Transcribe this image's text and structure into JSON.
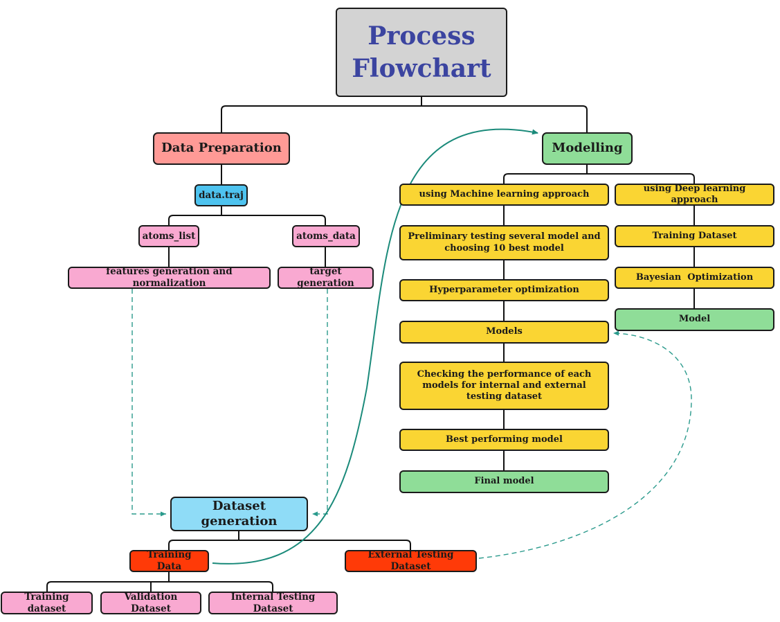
{
  "title": "Process Flowchart",
  "colors": {
    "title_fill": "#d3d3d3",
    "title_text": "#3b44a0",
    "data_preparation": "#ff9a96",
    "modelling": "#8fdd98",
    "machine_learning_steps": "#fad533",
    "data_traj": "#4ec3ef",
    "dataset_generation": "#8fdcf7",
    "data_nodes": "#f9a9d1",
    "split_nodes": "#ff3a08",
    "arrow_teal": "#1a8a7a"
  },
  "data_preparation": {
    "label": "Data Preparation",
    "data_traj": "data.traj",
    "atoms_list": "atoms_list",
    "atoms_data": "atoms_data",
    "features": "features generation and normalization",
    "target": "target generation"
  },
  "dataset_generation": {
    "label": "Dataset generation",
    "training_data": "Training Data",
    "external_testing": "External Testing Dataset",
    "training_dataset": "Training dataset",
    "validation_dataset": "Validation Dataset",
    "internal_testing": "Internal Testing Dataset"
  },
  "modelling": {
    "label": "Modelling",
    "ml": {
      "approach": "using Machine learning approach",
      "preliminary": "Preliminary testing several model and choosing 10 best model",
      "hyperparameter": "Hyperparameter optimization",
      "models": "Models",
      "checking": "Checking the performance of each models for internal and external testing dataset",
      "best": "Best performing model",
      "final": "Final model"
    },
    "dl": {
      "approach": "using Deep learning approach",
      "training": "Training Dataset",
      "bayesian": "Bayesian  Optimization",
      "model": "Model"
    }
  }
}
